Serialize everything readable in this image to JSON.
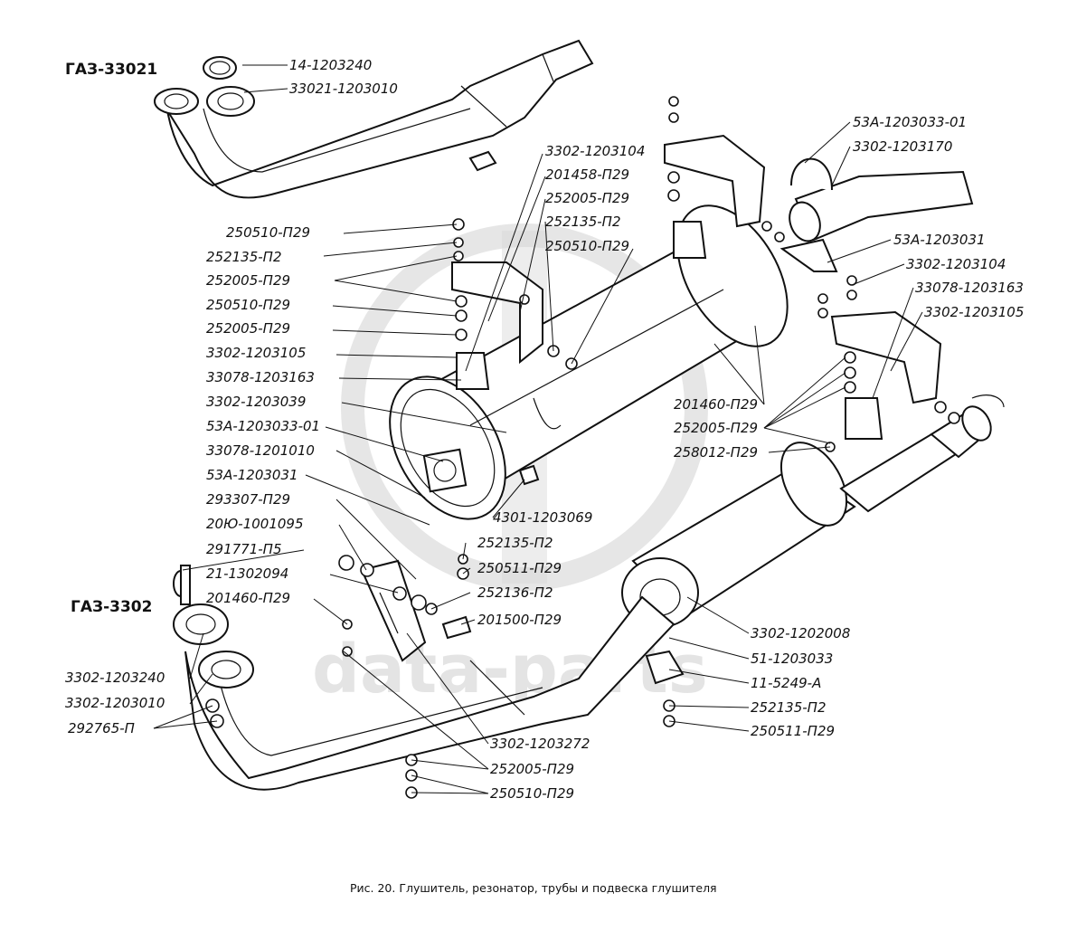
{
  "models": {
    "gaz33021": "ГАЗ-33021",
    "gaz3302": "ГАЗ-3302"
  },
  "watermark": "data-parts",
  "caption": "Рис. 20. Глушитель, резонатор, трубы и подвеска глушителя",
  "part_labels": [
    "14-1203240",
    "33021-1203010",
    "3302-1203104",
    "201458-П29",
    "252005-П29",
    "252135-П2",
    "250510-П29",
    "250510-П29",
    "252135-П2",
    "252005-П29",
    "250510-П29",
    "252005-П29",
    "3302-1203105",
    "33078-1203163",
    "3302-1203039",
    "53А-1203033-01",
    "33078-1201010",
    "53А-1203031",
    "293307-П29",
    "20Ю-1001095",
    "291771-П5",
    "21-1302094",
    "201460-П29",
    "3302-1203240",
    "3302-1203010",
    "292765-П",
    "53А-1203033-01",
    "3302-1203170",
    "53А-1203031",
    "3302-1203104",
    "33078-1203163",
    "3302-1203105",
    "201460-П29",
    "252005-П29",
    "258012-П29",
    "4301-1203069",
    "252135-П2",
    "250511-П29",
    "252136-П2",
    "201500-П29",
    "3302-1202008",
    "51-1203033",
    "11-5249-А",
    "252135-П2",
    "250511-П29",
    "3302-1203272",
    "252005-П29",
    "250510-П29"
  ]
}
